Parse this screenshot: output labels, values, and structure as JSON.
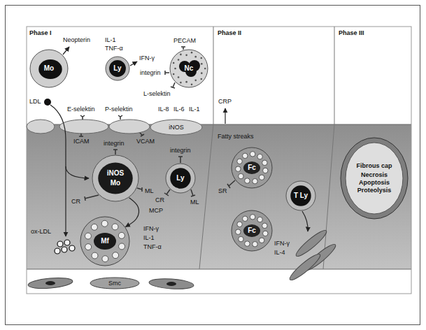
{
  "diagram": {
    "nodes": [
      {
        "text": [
          "Mo"
        ]
      },
      {
        "text": [
          "Ly"
        ]
      },
      {
        "text": [
          "Nc"
        ]
      },
      {
        "text": [
          "iNOS"
        ]
      },
      {
        "text": [
          "iNOS",
          "Mo"
        ]
      },
      {
        "text": [
          "Ly"
        ]
      },
      {
        "text": [
          "Fc"
        ]
      },
      {
        "text": [
          "T Ly"
        ]
      },
      {
        "text": [
          "Fibrous cap",
          "Necrosis Apoptosis Proteolysis"
        ]
      },
      {
        "text": [
          "Mf"
        ]
      },
      {
        "text": [
          "Fc"
        ]
      },
      {
        "text": [
          "Smc"
        ]
      }
    ],
    "edges": [
      {
        "from": 4,
        "to": 9,
        "label": "MCP",
        "arrow": "to"
      }
    ],
    "labels": [
      "Phase I",
      "Neopterin",
      "IL-1",
      "TNF-α",
      "IFN-γ",
      "integrin",
      "PECAM",
      "L-selektin",
      "LDL",
      "E-selektin",
      "P-selektin",
      "IL-8",
      "IL-6",
      "IL-1",
      "ICAM",
      "VCAM",
      "integrin",
      "CR",
      "ML",
      "IFN-γ",
      "IL-1",
      "TNF-α",
      "ox-LDL",
      "integrin",
      "CR",
      "ML",
      "Phase II",
      "CRP",
      "Fatty streaks",
      "SR",
      "IFN-γ",
      "IL-4",
      "Phase III"
    ]
  }
}
